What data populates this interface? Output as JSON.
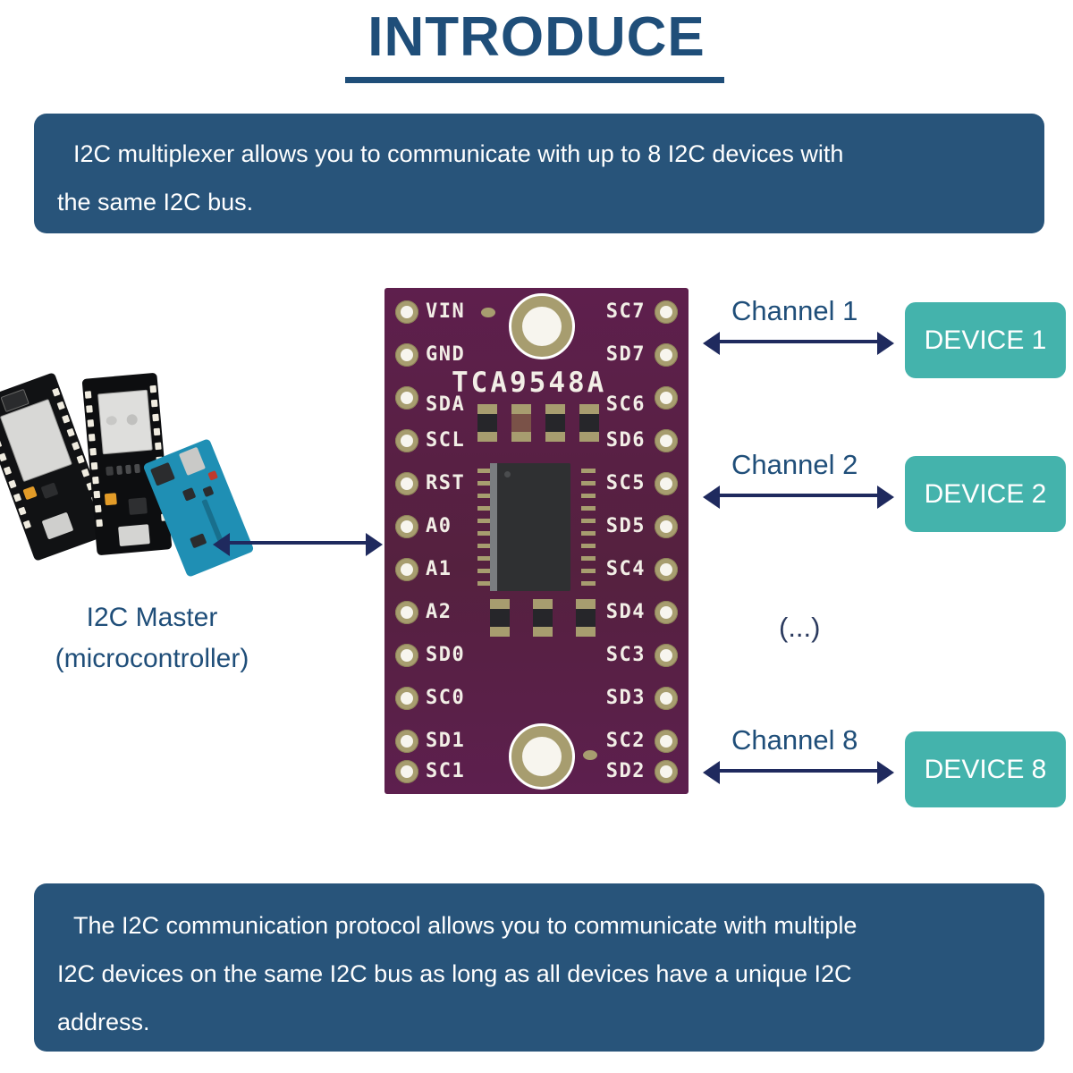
{
  "page": {
    "title": "INTRODUCE",
    "background": "#ffffff",
    "accent_navy": "#1f4e79",
    "box_navy": "#28547a",
    "device_teal": "#44b3ac",
    "arrow_navy": "#1f2a5e",
    "pcb_purple": "#5d1f4e"
  },
  "info_top": {
    "line1": "I2C multiplexer allows you to communicate with up to 8 I2C devices with",
    "line2": "the same I2C bus."
  },
  "info_bottom": {
    "line1": "The I2C communication protocol allows you to communicate with multiple",
    "line2": "I2C devices on the same I2C bus as long as all devices have a unique I2C",
    "line3": "address."
  },
  "master": {
    "caption_line1": "I2C Master",
    "caption_line2": "(microcontroller)"
  },
  "board": {
    "silkscreen": "TCA9548A",
    "left_pins": [
      "VIN",
      "GND",
      "SDA",
      "SCL",
      "RST",
      "A0",
      "A1",
      "A2",
      "SD0",
      "SC0",
      "SD1",
      "SC1"
    ],
    "right_pins": [
      "SC7",
      "SD7",
      "SC6",
      "SD6",
      "SC5",
      "SD5",
      "SC4",
      "SD4",
      "SC3",
      "SD3",
      "SC2",
      "SD2"
    ]
  },
  "channels": [
    {
      "label": "Channel 1",
      "device": "DEVICE 1"
    },
    {
      "label": "Channel 2",
      "device": "DEVICE 2"
    },
    {
      "label": "Channel 8",
      "device": "DEVICE 8"
    }
  ],
  "ellipsis": "(...)"
}
